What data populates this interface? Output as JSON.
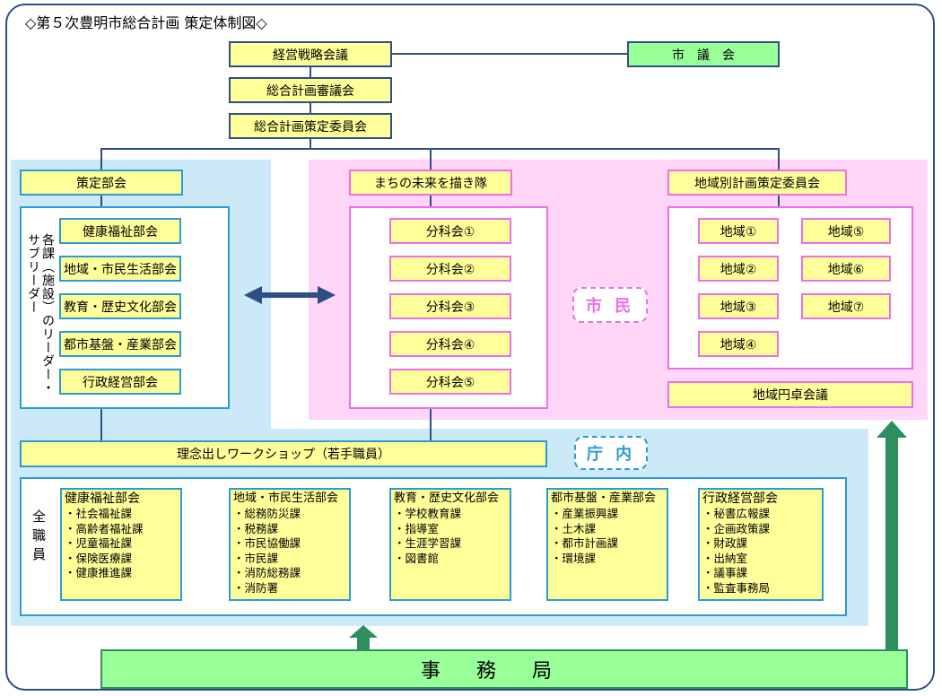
{
  "title": "◇第５次豊明市総合計画 策定体制図◇",
  "top_bodies": {
    "strategy_meeting": "経営戦略会議",
    "council": "総合計画審議会",
    "committee": "総合計画策定委員会",
    "city_council": "市　議　会"
  },
  "left": {
    "header": "策定部会",
    "vertical_label": "各課（施設）のリーダー・サブリーダー",
    "groups": [
      "健康福祉部会",
      "地域・市民生活部会",
      "教育・歴史文化部会",
      "都市基盤・産業部会",
      "行政経営部会"
    ]
  },
  "middle": {
    "header": "まちの未来を描き隊",
    "groups": [
      "分科会①",
      "分科会②",
      "分科会③",
      "分科会④",
      "分科会⑤"
    ]
  },
  "right": {
    "header": "地域別計画策定委員会",
    "regions": [
      "地域①",
      "地域②",
      "地域③",
      "地域④",
      "地域⑤",
      "地域⑥",
      "地域⑦"
    ],
    "roundtable": "地域円卓会議"
  },
  "tags": {
    "citizens": "市 民",
    "office": "庁 内"
  },
  "workshop": "理念出しワークショップ（若手職員）",
  "all_staff_label": "全職員",
  "departments": [
    {
      "name": "健康福祉部会",
      "items": [
        "・社会福祉課",
        "・高齢者福祉課",
        "・児童福祉課",
        "・保険医療課",
        "・健康推進課"
      ]
    },
    {
      "name": "地域・市民生活部会",
      "items": [
        "・総務防災課",
        "・税務課",
        "・市民協働課",
        "・市民課",
        "・消防総務課",
        "・消防署"
      ]
    },
    {
      "name": "教育・歴史文化部会",
      "items": [
        "・学校教育課",
        "・指導室",
        "・生涯学習課",
        "・図書館"
      ]
    },
    {
      "name": "都市基盤・産業部会",
      "items": [
        "・産業振興課",
        "・土木課",
        "・都市計画課",
        "・環境課"
      ]
    },
    {
      "name": "行政経営部会",
      "items": [
        "・秘書広報課",
        "・企画政策課",
        "・財政課",
        "・出納室",
        "・議事課",
        "・監査事務局"
      ]
    }
  ],
  "secretariat": "事務局",
  "colors": {
    "frame": "#2e4f86",
    "yellow_box": "#ffff99",
    "green_box": "#99ff99",
    "blue_area": "#cce9f8",
    "pink_area": "#ffd6f7",
    "blue_border": "#2b9cd3",
    "pink_border": "#ee6ee6",
    "green_arrow": "#2e8f5e"
  }
}
